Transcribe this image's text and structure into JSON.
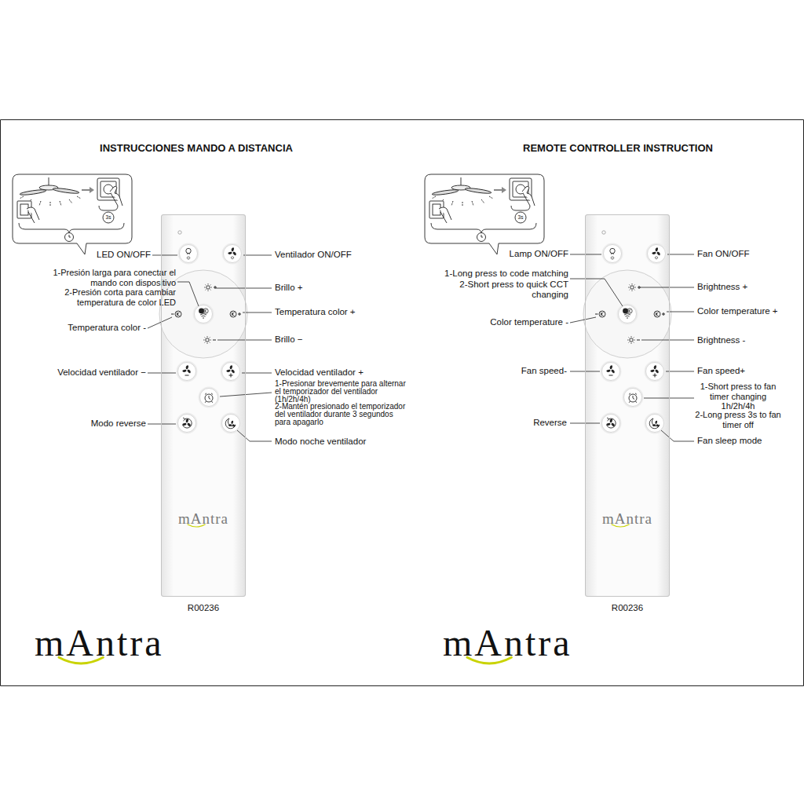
{
  "diagram": {
    "nodes": [
      {
        "text": [
          "mAntra"
        ]
      },
      {
        "text": [
          "mAntra"
        ]
      }
    ],
    "labels": [
      "INSTRUCCIONES MANDO A DISTANCIA",
      "LED ON/OFF",
      "Ventilador ON/OFF",
      "1-Presión larga para conectar el mando con dispositivo",
      "2-Presión corta para cambiar temperatura de color LED",
      "Brillo +",
      "Temperatura color +",
      "Temperatura color -",
      "Brillo −",
      "Velocidad ventilador −",
      "Velocidad ventilador +",
      "1-Presionar brevemente para alternar el temporizador del ventilador (1h/2h/4h)",
      "2-Mantén presionado el temporizador del ventilador durante 3 segundos para apagarlo",
      "Modo reverse",
      "Modo noche ventilador",
      "R00236",
      "mAntra",
      "3s",
      "REMOTE CONTROLLER INSTRUCTION",
      "Lamp ON/OFF",
      "Fan ON/OFF",
      "1-Long press to code matching",
      "2-Short press to quick CCT changing",
      "Brightness +",
      "Color temperature -",
      "Color temperature +",
      "Brightness -",
      "Fan speed-",
      "Fan speed+",
      "1-Short press to fan timer changing 1h/2h/4h",
      "2-Long press 3s to fan timer off",
      "Reverse",
      "Fan sleep mode",
      "R00236",
      "mAntra",
      "3s"
    ]
  }
}
